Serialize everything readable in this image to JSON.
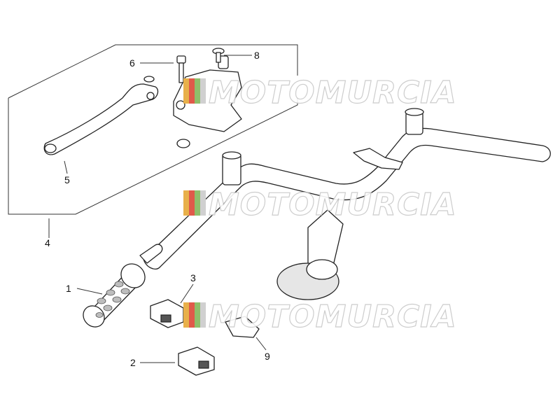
{
  "diagram": {
    "callouts": [
      "1",
      "2",
      "3",
      "4",
      "5",
      "6",
      "8",
      "9"
    ],
    "watermark": "MOTOMURCIA",
    "watermark_colors": [
      "#e8b04a",
      "#e05a4a",
      "#8fbf6a",
      "#d0d0d0"
    ]
  }
}
